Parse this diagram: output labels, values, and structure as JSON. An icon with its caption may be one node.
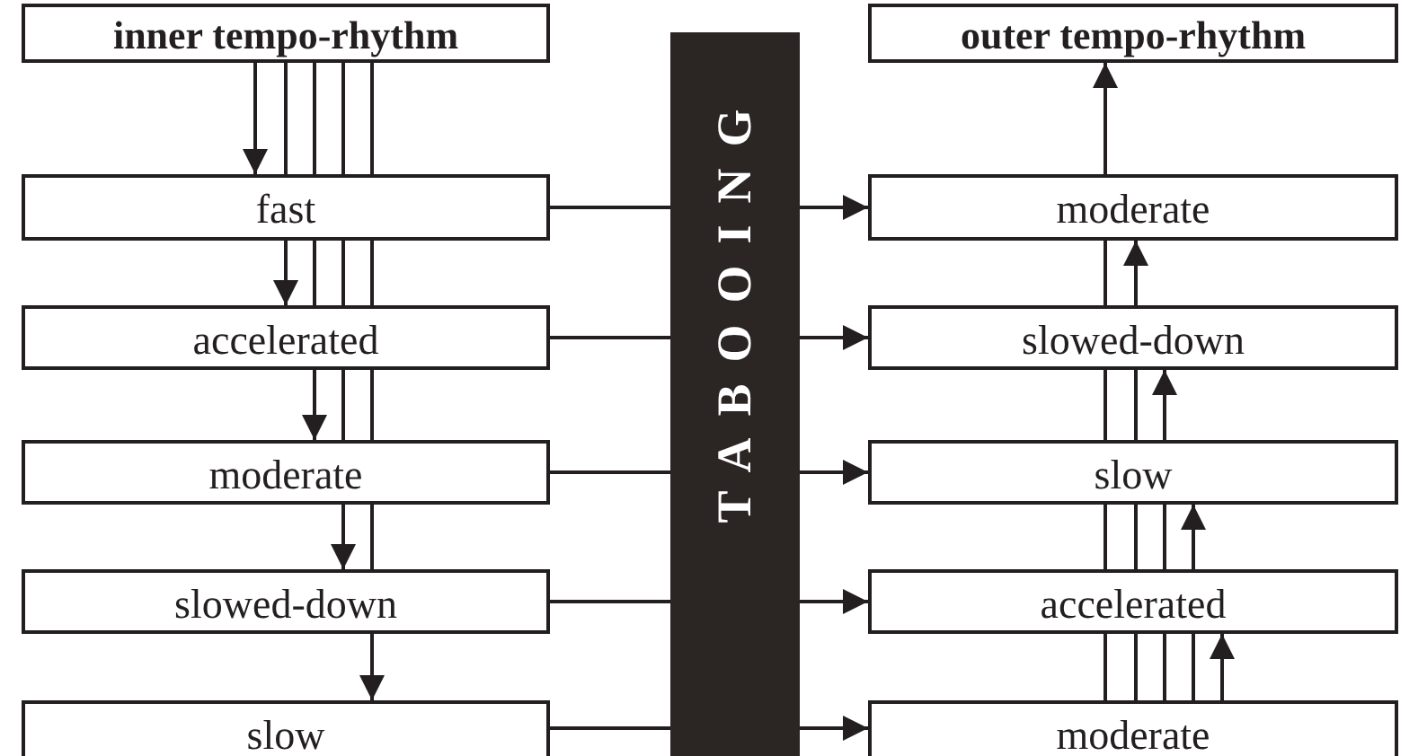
{
  "diagram": {
    "nodes": [
      {
        "text": [
          "inner tempo-rhythm"
        ]
      },
      {
        "text": [
          "fast"
        ]
      },
      {
        "text": [
          "accelerated"
        ]
      },
      {
        "text": [
          "moderate"
        ]
      },
      {
        "text": [
          "slowed-down"
        ]
      },
      {
        "text": [
          "slow"
        ]
      },
      {
        "text": [
          "TABOOING"
        ]
      },
      {
        "text": [
          "outer tempo-rhythm"
        ]
      },
      {
        "text": [
          "moderate"
        ]
      },
      {
        "text": [
          "slowed-down"
        ]
      },
      {
        "text": [
          "slow"
        ]
      },
      {
        "text": [
          "accelerated"
        ]
      },
      {
        "text": [
          "moderate"
        ]
      }
    ],
    "edges": [
      {
        "from": 0,
        "to": 1,
        "arrow": "to"
      },
      {
        "from": 0,
        "to": 1,
        "arrow": "none"
      },
      {
        "from": 0,
        "to": 1,
        "arrow": "none"
      },
      {
        "from": 0,
        "to": 1,
        "arrow": "none"
      },
      {
        "from": 0,
        "to": 1,
        "arrow": "none"
      },
      {
        "from": 1,
        "to": 2,
        "arrow": "to"
      },
      {
        "from": 1,
        "to": 2,
        "arrow": "none"
      },
      {
        "from": 1,
        "to": 2,
        "arrow": "none"
      },
      {
        "from": 1,
        "to": 2,
        "arrow": "none"
      },
      {
        "from": 2,
        "to": 3,
        "arrow": "to"
      },
      {
        "from": 2,
        "to": 3,
        "arrow": "none"
      },
      {
        "from": 2,
        "to": 3,
        "arrow": "none"
      },
      {
        "from": 3,
        "to": 4,
        "arrow": "to"
      },
      {
        "from": 3,
        "to": 4,
        "arrow": "none"
      },
      {
        "from": 4,
        "to": 5,
        "arrow": "to"
      },
      {
        "from": 1,
        "to": 6,
        "arrow": "none"
      },
      {
        "from": 2,
        "to": 6,
        "arrow": "none"
      },
      {
        "from": 3,
        "to": 6,
        "arrow": "none"
      },
      {
        "from": 4,
        "to": 6,
        "arrow": "none"
      },
      {
        "from": 5,
        "to": 6,
        "arrow": "none"
      },
      {
        "from": 6,
        "to": 8,
        "arrow": "to"
      },
      {
        "from": 6,
        "to": 9,
        "arrow": "to"
      },
      {
        "from": 6,
        "to": 10,
        "arrow": "to"
      },
      {
        "from": 6,
        "to": 11,
        "arrow": "to"
      },
      {
        "from": 6,
        "to": 12,
        "arrow": "to"
      },
      {
        "from": 12,
        "to": 11,
        "arrow": "to"
      },
      {
        "from": 12,
        "to": 11,
        "arrow": "none"
      },
      {
        "from": 12,
        "to": 11,
        "arrow": "none"
      },
      {
        "from": 12,
        "to": 11,
        "arrow": "none"
      },
      {
        "from": 12,
        "to": 11,
        "arrow": "none"
      },
      {
        "from": 11,
        "to": 10,
        "arrow": "to"
      },
      {
        "from": 11,
        "to": 10,
        "arrow": "none"
      },
      {
        "from": 11,
        "to": 10,
        "arrow": "none"
      },
      {
        "from": 11,
        "to": 10,
        "arrow": "none"
      },
      {
        "from": 10,
        "to": 9,
        "arrow": "to"
      },
      {
        "from": 10,
        "to": 9,
        "arrow": "none"
      },
      {
        "from": 10,
        "to": 9,
        "arrow": "none"
      },
      {
        "from": 9,
        "to": 8,
        "arrow": "to"
      },
      {
        "from": 9,
        "to": 8,
        "arrow": "none"
      },
      {
        "from": 8,
        "to": 7,
        "arrow": "to"
      }
    ]
  }
}
